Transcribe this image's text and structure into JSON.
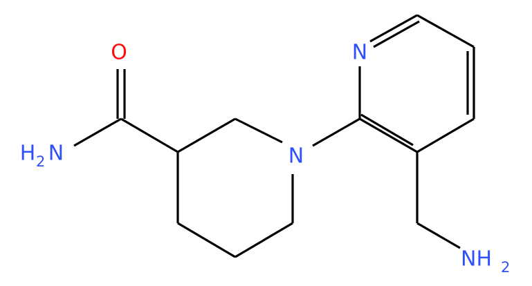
{
  "colors": {
    "bond": "#000000",
    "nitrogen": "#3050f8",
    "oxygen": "#ff0d0d",
    "background": "#ffffff"
  },
  "labels": {
    "pyridine_n": "N",
    "piperidine_n": "N",
    "carbonyl_o": "O",
    "amide_nh2_h": "H",
    "amide_nh2_sub": "2",
    "amide_nh2_n": "N",
    "amine_nh_n": "NH",
    "amine_nh_sub": "2"
  }
}
